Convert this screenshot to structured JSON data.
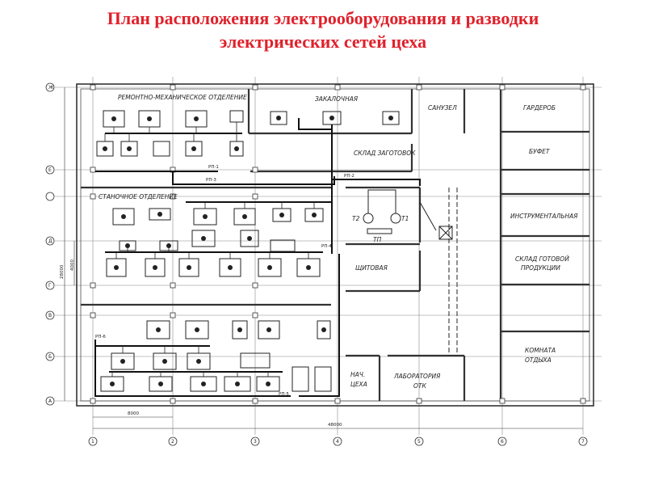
{
  "title": {
    "line1": "План расположения электрооборудования и разводки",
    "line2": "электрических сетей  цеха"
  },
  "rooms": {
    "repair": "РЕМОНТНО-МЕХАНИЧЕСКОЕ ОТДЕЛЕНИЕ",
    "hardening": "ЗАКАЛОЧНАЯ",
    "washroom": "САНУЗЕЛ",
    "wardrobe": "ГАРДЕРОБ",
    "blank_storage": "СКЛАД ЗАГОТОВОК",
    "buffet": "БУФЕТ",
    "machine": "СТАНОЧНОЕ ОТДЕЛЕНИЕ",
    "tool": "ИНСТРУМЕНТАЛЬНАЯ",
    "finished_storage_1": "СКЛАД ГОТОВОЙ",
    "finished_storage_2": "ПРОДУКЦИИ",
    "switchroom": "ЩИТОВАЯ",
    "rest_room_1": "КОМНАТА",
    "rest_room_2": "ОТДЫХА",
    "head_1": "НАЧ.",
    "head_2": "ЦЕХА",
    "lab_1": "ЛАБОРАТОРИЯ",
    "lab_2": "ОТК"
  },
  "equipment": {
    "t1": "Т1",
    "t2": "Т2",
    "tp": "ТП",
    "rp1": "РП-1",
    "rp2": "РП-2",
    "rp3": "РП-3",
    "rp4": "РП-4",
    "rp5": "РП-5",
    "rp6": "РП-6"
  },
  "axes": {
    "rows": [
      "Ж",
      "Е",
      "Д",
      "Г",
      "В",
      "Б",
      "А"
    ],
    "columns": [
      "1",
      "2",
      "3",
      "4",
      "5",
      "6",
      "7"
    ]
  },
  "dimensions": {
    "bay": "8000",
    "total_width": "48000",
    "total_height": "28000",
    "row_span": "4000"
  }
}
